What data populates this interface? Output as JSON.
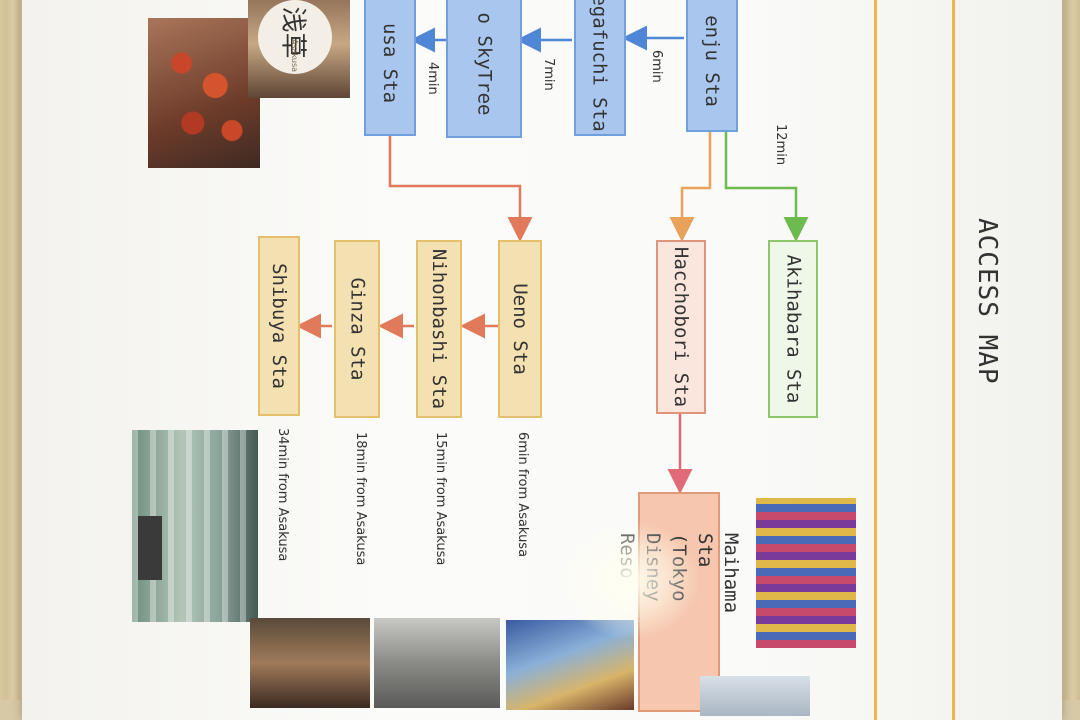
{
  "map": {
    "title": "ACCESS MAP",
    "stations": {
      "kitasenju": "enju Sta",
      "hikifune": "egafuchi Sta",
      "skytree": "o SkyTree",
      "asakusa": "usa Sta",
      "akihabara": "Akihabara Sta",
      "hacchobori": "Hacchobori Sta",
      "maihama": "Maihama Sta (Tokyo Disney Reso",
      "ueno": "Ueno Sta",
      "nihonbashi": "Nihonbashi Sta",
      "ginza": "Ginza Sta",
      "shibuya": "Shibuya Sta"
    },
    "times": {
      "to_hikifune": "6min",
      "to_skytree": "7min",
      "to_asakusa": "4min",
      "to_akihabara": "12min",
      "ueno": "6min from Asakusa",
      "nihonbashi": "15min from Asakusa",
      "ginza": "18min from Asakusa",
      "shibuya": "34min from Asakusa"
    },
    "photo_badge": {
      "kanji": "浅草",
      "caption": "Asakusa"
    }
  },
  "colors": {
    "blue_line": "#4f86d6",
    "green_line": "#6dbb4e",
    "orange_line": "#e8a25a",
    "red_orange_line": "#e07a5a",
    "pink_line": "#e06a78",
    "frame": "#f0b54a"
  }
}
